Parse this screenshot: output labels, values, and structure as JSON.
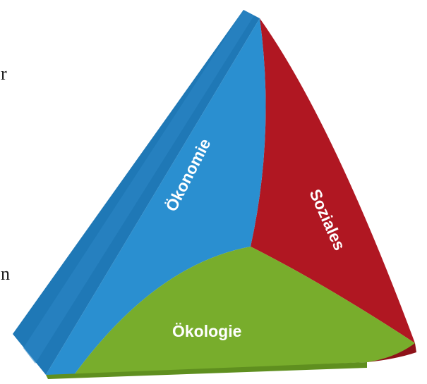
{
  "diagram": {
    "segments": [
      {
        "id": "oekonomie",
        "label": "Ökonomie",
        "color": "#2a8fd0"
      },
      {
        "id": "soziales",
        "label": "Soziales",
        "color": "#b01722"
      },
      {
        "id": "oekologie",
        "label": "Ökologie",
        "color": "#78ad2c"
      }
    ],
    "side_color": "#1f78b6"
  },
  "edge_text": {
    "top": "r",
    "bottom": "n"
  }
}
